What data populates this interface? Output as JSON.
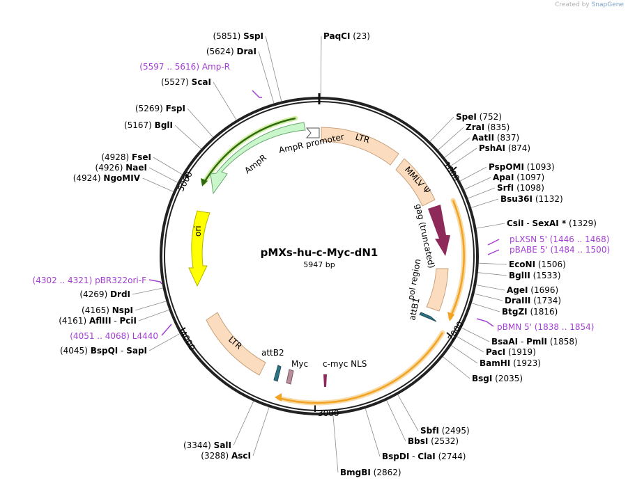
{
  "credit": {
    "prefix": "Created by",
    "brand": "SnapGene"
  },
  "plasmid": {
    "name": "pMXs-hu-c-Myc-dN1",
    "length_label": "5947 bp"
  },
  "ticks": [
    "1000",
    "2000",
    "3000",
    "4000",
    "5000"
  ],
  "features": {
    "ltr_top": "LTR",
    "mmlv": "MMLV Ψ",
    "gag": "gag (truncated)",
    "pol": "pol region",
    "attb1": "attB1",
    "ltr_bottom": "LTR",
    "attb2": "attB2",
    "myc": "Myc",
    "nls": "c-myc NLS",
    "ori": "ori",
    "ampr": "AmpR",
    "ampr_promoter": "AmpR promoter"
  },
  "sites": [
    {
      "id": "sspi",
      "name": "SspI",
      "pos": "(5851)"
    },
    {
      "id": "paqci",
      "name": "PaqCI",
      "pos": "(23)"
    },
    {
      "id": "drai",
      "name": "DraI",
      "pos": "(5624)"
    },
    {
      "id": "scai",
      "name": "ScaI",
      "pos": "(5527)"
    },
    {
      "id": "fspi",
      "name": "FspI",
      "pos": "(5269)"
    },
    {
      "id": "bgli",
      "name": "BglI",
      "pos": "(5167)"
    },
    {
      "id": "fsei",
      "name": "FseI",
      "pos": "(4928)"
    },
    {
      "id": "naei",
      "name": "NaeI",
      "pos": "(4926)"
    },
    {
      "id": "ngomiv",
      "name": "NgoMIV",
      "pos": "(4924)"
    },
    {
      "id": "drdi",
      "name": "DrdI",
      "pos": "(4269)"
    },
    {
      "id": "nspi",
      "name": "NspI",
      "pos": "(4165)"
    },
    {
      "id": "afliii",
      "name": "AflIII",
      "sep": "-",
      "name2": "PciI",
      "pos": "(4161)"
    },
    {
      "id": "bspqi",
      "name": "BspQI",
      "sep": "-",
      "name2": "SapI",
      "pos": "(4045)"
    },
    {
      "id": "sali",
      "name": "SalI",
      "pos": "(3344)"
    },
    {
      "id": "asci",
      "name": "AscI",
      "pos": "(3288)"
    },
    {
      "id": "bmgbi",
      "name": "BmgBI",
      "pos": "(2862)"
    },
    {
      "id": "bspdi",
      "name": "BspDI",
      "sep": "-",
      "name2": "ClaI",
      "pos": "(2744)"
    },
    {
      "id": "bbsi",
      "name": "BbsI",
      "pos": "(2532)"
    },
    {
      "id": "sbfi",
      "name": "SbfI",
      "pos": "(2495)"
    },
    {
      "id": "bsgi",
      "name": "BsgI",
      "pos": "(2035)"
    },
    {
      "id": "bamhi",
      "name": "BamHI",
      "pos": "(1923)"
    },
    {
      "id": "paci",
      "name": "PacI",
      "pos": "(1919)"
    },
    {
      "id": "bsaai",
      "name": "BsaAI",
      "sep": "-",
      "name2": "PmlI",
      "pos": "(1858)"
    },
    {
      "id": "btgzi",
      "name": "BtgZI",
      "pos": "(1816)"
    },
    {
      "id": "draiii",
      "name": "DraIII",
      "pos": "(1734)"
    },
    {
      "id": "agei",
      "name": "AgeI",
      "pos": "(1696)"
    },
    {
      "id": "bglii",
      "name": "BglII",
      "pos": "(1533)"
    },
    {
      "id": "econi",
      "name": "EcoNI",
      "pos": "(1506)"
    },
    {
      "id": "csii",
      "name": "CsiI",
      "sep": "-",
      "name2": "SexAI *",
      "pos": "(1329)"
    },
    {
      "id": "bsu36i",
      "name": "Bsu36I",
      "pos": "(1132)"
    },
    {
      "id": "srfi",
      "name": "SrfI",
      "pos": "(1098)"
    },
    {
      "id": "apai",
      "name": "ApaI",
      "pos": "(1097)"
    },
    {
      "id": "pspomi",
      "name": "PspOMI",
      "pos": "(1093)"
    },
    {
      "id": "pshai",
      "name": "PshAI",
      "pos": "(874)"
    },
    {
      "id": "aatii",
      "name": "AatII",
      "pos": "(837)"
    },
    {
      "id": "zrai",
      "name": "ZraI",
      "pos": "(835)"
    },
    {
      "id": "spei",
      "name": "SpeI",
      "pos": "(752)"
    }
  ],
  "primers": [
    {
      "id": "ampr",
      "name": "Amp-R",
      "range": "(5597 .. 5616)"
    },
    {
      "id": "plxsn",
      "name": "pLXSN 5'",
      "range": "(1446 .. 1468)"
    },
    {
      "id": "pbabe",
      "name": "pBABE 5'",
      "range": "(1484 .. 1500)"
    },
    {
      "id": "pbmn",
      "name": "pBMN 5'",
      "range": "(1838 .. 1854)"
    },
    {
      "id": "pbr322",
      "name": "pBR322ori-F",
      "range": "(4302 .. 4321)"
    },
    {
      "id": "l4440",
      "name": "L4440",
      "range": "(4051 .. 4068)"
    }
  ],
  "colors": {
    "backbone": "#222222",
    "ltr": "#fcdcbe",
    "ltr_stroke": "#c8a27e",
    "mmlv": "#fcdcbe",
    "gag": "#8e2a5a",
    "attb": "#2c7485",
    "myc": "#b88d9c",
    "nls": "#8e2a5a",
    "ori": "#ffff00",
    "ampr": "#c9f6cb",
    "orange_orf": "#f3a323",
    "green_orf": "#2f6b0e",
    "primer": "#a43ed4"
  }
}
